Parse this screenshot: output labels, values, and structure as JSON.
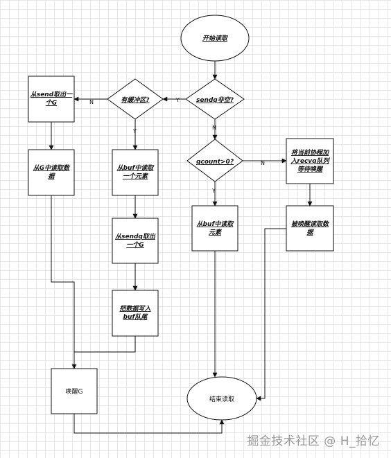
{
  "nodes": {
    "start": "开始读取",
    "sendq_empty": "sendq非空?",
    "has_buffer": "有缓冲区?",
    "take_g_from_send": [
      "从send取出一",
      "个G"
    ],
    "read_from_g": [
      "从G中读取数",
      "据"
    ],
    "read_buf_elem_1": [
      "从buf中读取",
      "一个元素"
    ],
    "take_g_from_sendq": [
      "从sendq取出",
      "一个G"
    ],
    "write_buf_tail": [
      "把数据写入",
      "buf队尾"
    ],
    "wake_g": "唤醒G",
    "qcount_check": "qcount>0?",
    "read_buf_elem_2": [
      "从buf中读取",
      "元素"
    ],
    "enqueue_recvq": [
      "将当前协程加",
      "入recvq队列",
      "等待唤醒"
    ],
    "woken_read": [
      "被唤醒读取数",
      "据"
    ],
    "end": "结束读取"
  },
  "edge_labels": {
    "sendq_yes": "Y",
    "sendq_no": "N",
    "buffer_no": "N",
    "buffer_yes": "Y",
    "qcount_no": "N",
    "qcount_yes": "Y"
  },
  "watermark": "掘金技术社区 @ H_拾忆",
  "colors": {
    "stroke": "#111111",
    "fill": "#ffffff",
    "grid": "#e6e6e6"
  }
}
